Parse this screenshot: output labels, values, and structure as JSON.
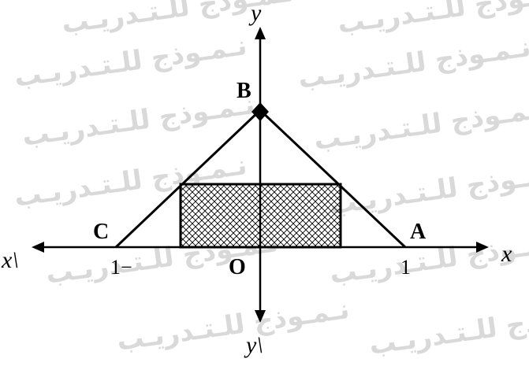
{
  "watermark": "نـمـوذج للـتـدريـب",
  "axes": {
    "x_label": "x",
    "x_prime_label": "x\\",
    "y_label": "y",
    "y_prime_label": "y\\"
  },
  "points": {
    "A": "A",
    "B": "B",
    "C": "C",
    "O": "O"
  },
  "ticks": {
    "pos_one": "1",
    "neg_one": "1−"
  },
  "colors": {
    "line": "#000000",
    "watermark": "#d9d9d9",
    "hatch": "#000000"
  }
}
